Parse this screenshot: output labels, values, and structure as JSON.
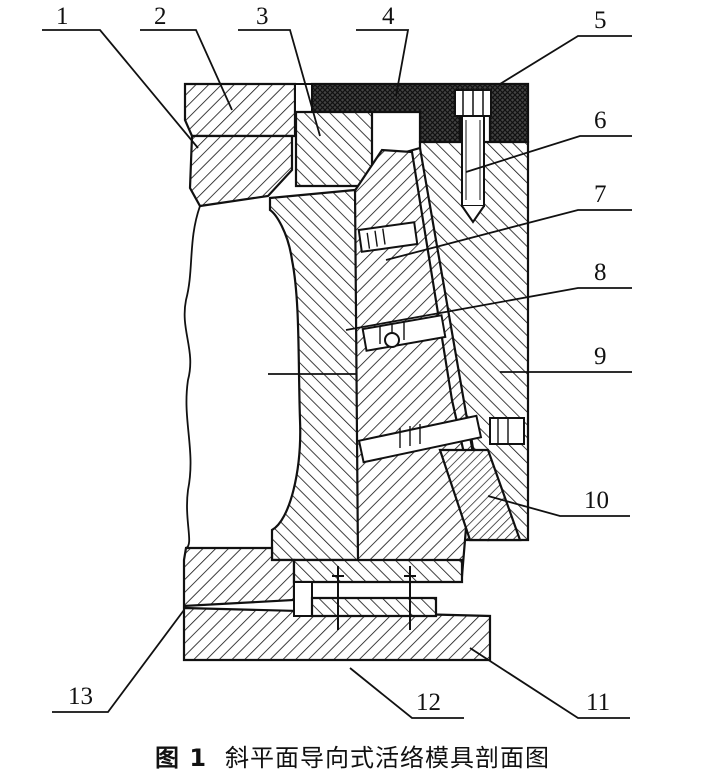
{
  "caption": {
    "figure_number": "图 1",
    "title": "斜平面导向式活络模具剖面图"
  },
  "labels": [
    "1",
    "2",
    "3",
    "4",
    "5",
    "6",
    "7",
    "8",
    "9",
    "10",
    "11",
    "12",
    "13"
  ],
  "colors": {
    "ink": "#111111",
    "paper": "#ffffff"
  }
}
